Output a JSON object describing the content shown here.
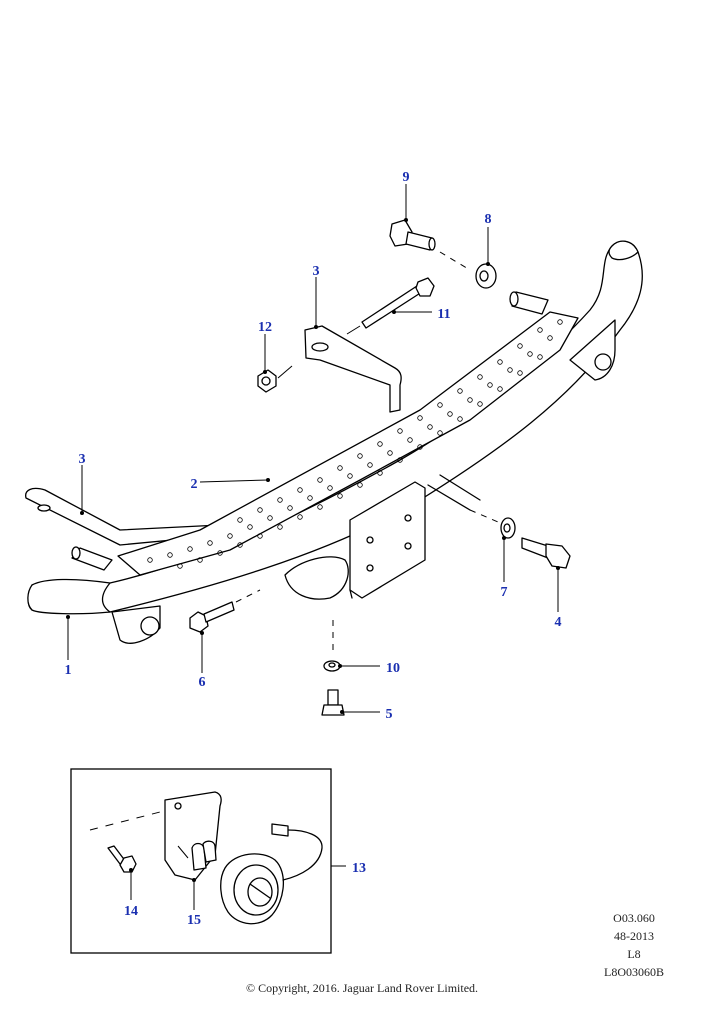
{
  "callouts": [
    {
      "id": "c1",
      "label": "1"
    },
    {
      "id": "c2",
      "label": "2"
    },
    {
      "id": "c3a",
      "label": "3"
    },
    {
      "id": "c3b",
      "label": "3"
    },
    {
      "id": "c4",
      "label": "4"
    },
    {
      "id": "c5",
      "label": "5"
    },
    {
      "id": "c6",
      "label": "6"
    },
    {
      "id": "c7",
      "label": "7"
    },
    {
      "id": "c8",
      "label": "8"
    },
    {
      "id": "c9",
      "label": "9"
    },
    {
      "id": "c10",
      "label": "10"
    },
    {
      "id": "c11",
      "label": "11"
    },
    {
      "id": "c12",
      "label": "12"
    },
    {
      "id": "c13",
      "label": "13"
    },
    {
      "id": "c14",
      "label": "14"
    },
    {
      "id": "c15",
      "label": "15"
    }
  ],
  "reference": {
    "line1": "O03.060",
    "line2": "48-2013",
    "line3": "L8",
    "line4": "L8O03060B"
  },
  "copyright": "© Copyright, 2016. Jaguar Land Rover Limited.",
  "colors": {
    "callout": "#1a2fb0",
    "line": "#000000"
  }
}
